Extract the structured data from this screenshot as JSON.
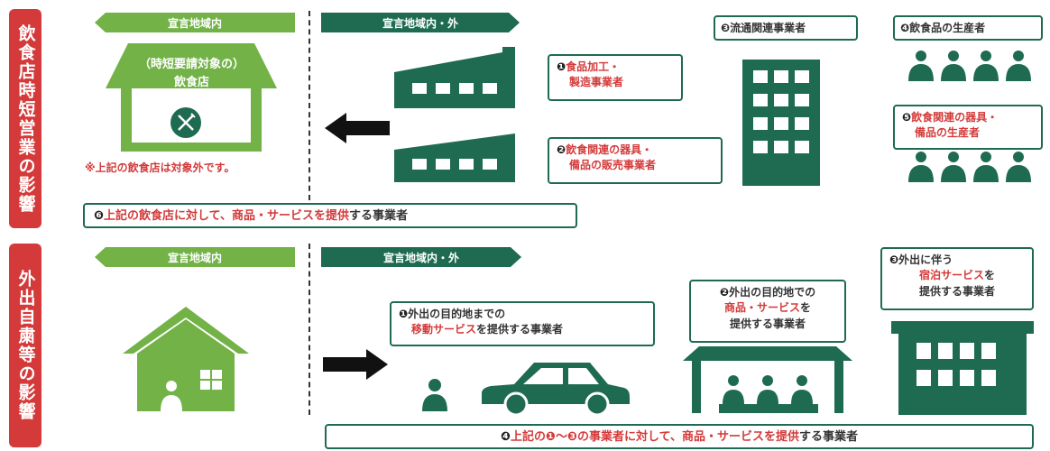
{
  "section1": {
    "tab_label": "飲食店時短営業の影響",
    "zone_inside": "宣言地域内",
    "zone_outside": "宣言地域内・外",
    "restaurant_line1": "（時短要請対象の）",
    "restaurant_line2": "飲食店",
    "excluded_note": "※上記の飲食店は対象外です。",
    "b1_num": "❶",
    "b1_line1": "食品加工・",
    "b1_line2": "製造事業者",
    "b2_num": "❷",
    "b2_line1": "飲食関連の器具・",
    "b2_line2": "備品の販売事業者",
    "b3": "❸流通関連事業者",
    "b4": "❹飲食品の生産者",
    "b5_num": "❺",
    "b5_line1": "飲食関連の器具・",
    "b5_line2": "備品の生産者",
    "b6_num": "❻",
    "b6_red": "上記の飲食店に対して、商品・サービスを提供",
    "b6_rest": "する事業者"
  },
  "section2": {
    "tab_label": "外出自粛等の影響",
    "zone_inside": "宣言地域内",
    "zone_outside": "宣言地域内・外",
    "c1_num": "❶",
    "c1_line1": "外出の目的地までの",
    "c1_red": "移動サービス",
    "c1_rest": "を提供する事業者",
    "c2_num": "❷",
    "c2_line1": "外出の目的地での",
    "c2_red": "商品・サービス",
    "c2_mid": "を",
    "c2_line3": "提供する事業者",
    "c3_num": "❸",
    "c3_line1": "外出に伴う",
    "c3_red": "宿泊サービス",
    "c3_mid": "を",
    "c3_line3": "提供する事業者",
    "c4_num": "❹",
    "c4_red1": "上記の",
    "c4_n1": "❶",
    "c4_tilde": "～",
    "c4_n3": "❸",
    "c4_red2": "の事業者に対して、商品・サービスを提供",
    "c4_rest": "する事業者"
  },
  "colors": {
    "accent_red": "#d43a3a",
    "dark_green": "#1e6b52",
    "light_green": "#72b247"
  },
  "icons": [
    "restaurant-icon",
    "fork-knife-icon",
    "factory-icon",
    "arrow-left-icon",
    "office-building-icon",
    "people-icon",
    "house-icon",
    "person-icon",
    "arrow-right-icon",
    "car-icon",
    "shop-icon",
    "hotel-icon"
  ]
}
